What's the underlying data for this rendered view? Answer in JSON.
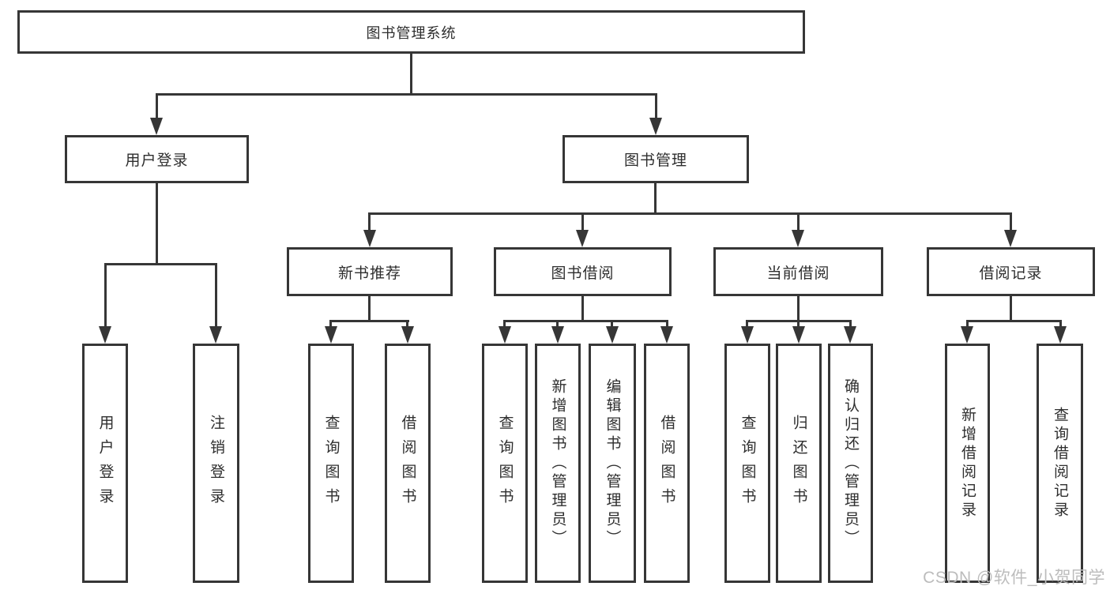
{
  "colors": {
    "line": "#363636",
    "text": "#2e2e2e",
    "background": "#ffffff",
    "watermark": "#bcbcbc"
  },
  "watermark": {
    "text": "CSDN @软件_小贺同学"
  },
  "tree": {
    "root": {
      "label": "图书管理系统"
    },
    "children": [
      {
        "label": "用户登录",
        "children": [
          {
            "label": "用户登录"
          },
          {
            "label": "注销登录"
          }
        ]
      },
      {
        "label": "图书管理",
        "children": [
          {
            "label": "新书推荐",
            "children": [
              {
                "label": "查询图书"
              },
              {
                "label": "借阅图书"
              }
            ]
          },
          {
            "label": "图书借阅",
            "children": [
              {
                "label": "查询图书"
              },
              {
                "label": "新增图书（管理员）"
              },
              {
                "label": "编辑图书（管理员）"
              },
              {
                "label": "借阅图书"
              }
            ]
          },
          {
            "label": "当前借阅",
            "children": [
              {
                "label": "查询图书"
              },
              {
                "label": "归还图书"
              },
              {
                "label": "确认归还（管理员）"
              }
            ]
          },
          {
            "label": "借阅记录",
            "children": [
              {
                "label": "新增借阅记录"
              },
              {
                "label": "查询借阅记录"
              }
            ]
          }
        ]
      }
    ]
  }
}
